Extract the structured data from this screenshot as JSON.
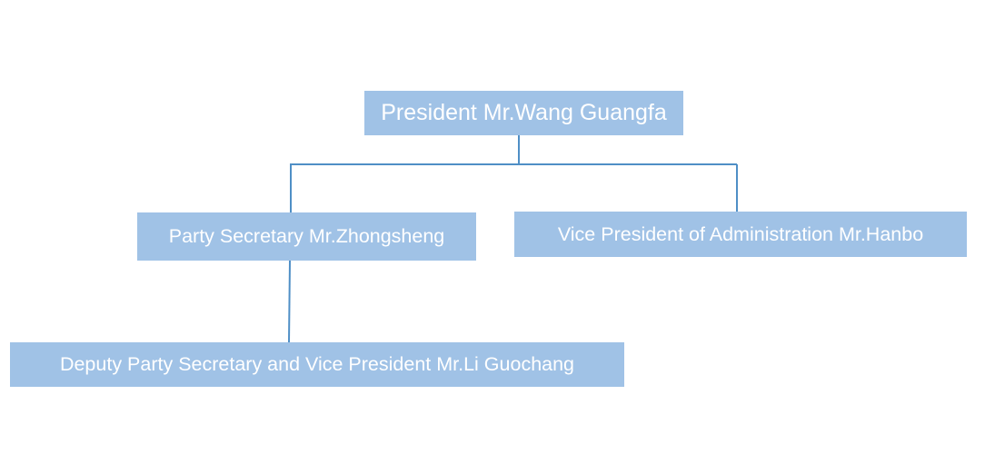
{
  "org_chart": {
    "president": "President Mr.Wang Guangfa",
    "party_secretary": "Party Secretary Mr.Zhongsheng",
    "vice_president_admin": "Vice President of Administration Mr.Hanbo",
    "deputy_party_secretary": "Deputy Party Secretary and Vice President Mr.Li Guochang"
  },
  "colors": {
    "box_fill": "#a0c2e6",
    "box_text": "#ffffff",
    "connector": "#4f8fc6",
    "background": "#ffffff"
  }
}
